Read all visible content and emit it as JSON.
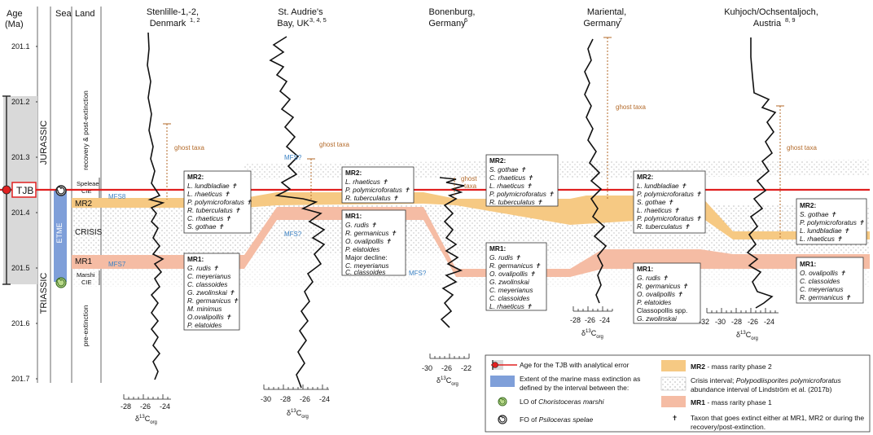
{
  "header": {
    "age_label": "Age",
    "age_unit": "(Ma)",
    "sea_label": "Sea",
    "land_label": "Land"
  },
  "age_ticks": [
    "201.1",
    "201.2",
    "201.3",
    "201.4",
    "201.5",
    "201.6",
    "201.7"
  ],
  "periods": {
    "jurassic": "JURASSIC",
    "triassic": "TRIASSIC"
  },
  "tjb_label": "TJB",
  "etme_label": "ETME",
  "land_phases": {
    "recovery": "recovery & post-extinction",
    "pre": "pre-extinction",
    "speleae_1": "Speleae",
    "speleae_2": "CIE",
    "marshi_1": "Marshi",
    "marshi_2": "CIE"
  },
  "zones": {
    "mr2": "MR2",
    "crisis": "CRISIS",
    "mr1": "MR1"
  },
  "sections": [
    {
      "name": "Stenlille-1,-2,",
      "name2": "Denmark",
      "refs": "1, 2"
    },
    {
      "name": "St. Audrie's",
      "name2": "Bay, UK",
      "refs": "3, 4, 5"
    },
    {
      "name": "Bonenburg,",
      "name2": "Germany",
      "refs": "6"
    },
    {
      "name": "Mariental,",
      "name2": "Germany",
      "refs": "7"
    },
    {
      "name": "Kuhjoch/Ochsentaljoch,",
      "name2": "Austria",
      "refs": "8, 9"
    }
  ],
  "annotations": {
    "ghost_taxa": "ghost taxa",
    "ghost": "ghost",
    "taxa": "taxa",
    "mfs8": "MFS8",
    "mfs7": "MFS7",
    "mfs_q": "MFS?"
  },
  "axes": {
    "stenlille": [
      "-28",
      "-26",
      "-24"
    ],
    "audrie": [
      "-30",
      "-28",
      "-26",
      "-24"
    ],
    "bonenburg": [
      "-30",
      "-26",
      "-22"
    ],
    "mariental": [
      "-28",
      "-26",
      "-24"
    ],
    "kuhjoch": [
      "-32",
      "-30",
      "-28",
      "-26",
      "-24"
    ],
    "delta_label": "δ",
    "delta_sup": "13",
    "delta_main": "C",
    "delta_sub": "org"
  },
  "boxes": {
    "st_mr2": {
      "title": "MR2:",
      "lines": [
        "L. lundbladiae ✝",
        "L. rhaeticus ✝",
        "P. polymicroforatus ✝",
        "R. tuberculatus ✝",
        "C. rhaeticus ✝",
        "S. gothae ✝"
      ]
    },
    "st_mr1": {
      "title": "MR1:",
      "lines": [
        "G. rudis ✝",
        "C. meyerianus",
        "C. classoides",
        "G. zwolinskai ✝",
        "R. germanicus ✝",
        "M. minimus",
        "O.ovalipollis ✝",
        "P. elatoides"
      ]
    },
    "sa_mr2": {
      "title": "MR2:",
      "lines": [
        "L. rhaeticus ✝",
        "P. polymicroforatus ✝",
        "R. tuberculatus ✝"
      ]
    },
    "sa_mr1": {
      "title": "MR1:",
      "lines": [
        "G. rudis ✝",
        "R. germanicus ✝",
        "O. ovalipollis ✝",
        "P. elatoides",
        "Major decline:",
        "C. meyerianus",
        "C. classoides"
      ]
    },
    "bo_mr2": {
      "title": "MR2:",
      "lines": [
        "S. gothae ✝",
        "C. rhaeticus ✝",
        "L. rhaeticus ✝",
        "P. polymicroforatus ✝",
        "R. tuberculatus ✝"
      ]
    },
    "bo_mr1": {
      "title": "MR1:",
      "lines": [
        "G. rudis ✝",
        "R. germanicus ✝",
        "O. ovalipollis ✝",
        "G. zwolinskai",
        "C. meyerianus",
        "C. classoides",
        "L. rhaeticus ✝"
      ]
    },
    "ma_mr2": {
      "title": "MR2:",
      "lines": [
        "L. lundbladiae ✝",
        "P. polymicroforatus ✝",
        "S. gothae ✝",
        "L. rhaeticus ✝",
        "P. polymicroforatus ✝",
        "R. tuberculatus ✝"
      ]
    },
    "ma_mr1": {
      "title": "MR1:",
      "lines": [
        "G. rudis ✝",
        "R. germanicus ✝",
        "O. ovalipollis ✝",
        "P. elatoides",
        "Classopollis spp.",
        "G. zwolinskai"
      ]
    },
    "ku_mr2": {
      "title": "MR2:",
      "lines": [
        "S. gothae ✝",
        "P. polymicroforatus ✝",
        "L. lundbladiae ✝",
        "L. rhaeticus ✝"
      ]
    },
    "ku_mr1": {
      "title": "MR1:",
      "lines": [
        "O. ovalipollis ✝",
        "C. classoides",
        "C. meyerianus",
        "R. germanicus ✝"
      ]
    }
  },
  "legend": {
    "tjb": "Age for the TJB with analytical error",
    "extent_1": "Extent of the marine mass extinction as",
    "extent_2": "defined by the interval between the:",
    "lo": "LO of ",
    "lo_it": "Choristoceras marshi",
    "fo": "FO of ",
    "fo_it": "Psiloceras spelae",
    "mr2_b": "MR2",
    "mr2": " - mass rarity phase 2",
    "crisis_1": "Crisis interval; ",
    "crisis_1_it": "Polypodiisporites polymicroforatus",
    "crisis_2": "abundance interval of Lindström et al. (2017b)",
    "mr1_b": "MR1",
    "mr1": " - mass rarity phase 1",
    "dagger": "✝",
    "taxon_1": "Taxon that goes extinct either at MR1, MR2 or during the",
    "taxon_2": "recovery/post-extinction."
  },
  "colors": {
    "mr2": "#f6c983",
    "mr1": "#f5bca4",
    "etme": "#7f9fd9",
    "tjb": "#e02020",
    "grey": "#d9d9d9"
  }
}
